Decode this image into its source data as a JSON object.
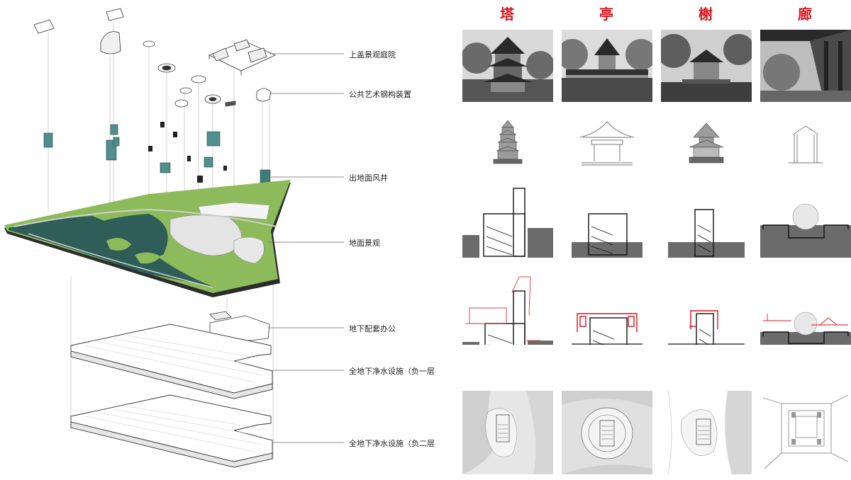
{
  "layers": [
    {
      "id": "roof",
      "label": "上盖景观庭院"
    },
    {
      "id": "art",
      "label": "公共艺术钢构装置"
    },
    {
      "id": "vent",
      "label": "出地面风井"
    },
    {
      "id": "ground",
      "label": "地面景观"
    },
    {
      "id": "office",
      "label": "地下配套办公"
    },
    {
      "id": "b1",
      "label": "全地下净水设施（负一层"
    },
    {
      "id": "b2",
      "label": "全地下净水设施（负二层"
    }
  ],
  "columns": [
    {
      "id": "ta",
      "title": "塔"
    },
    {
      "id": "ting",
      "title": "亭"
    },
    {
      "id": "xie",
      "title": "榭"
    },
    {
      "id": "lang",
      "title": "廊"
    }
  ],
  "rows": [
    "photo",
    "elevation",
    "section",
    "section-overlay",
    "site-plan"
  ],
  "colors": {
    "title_red": "#d8141c",
    "lawn": "#8dbb5b",
    "water": "#2f5d58",
    "vent_teal": "#4f8f8c",
    "slab_dark": "#2c2c2c",
    "section_gray": "#6b6b6b",
    "overlay_red": "#d8141c"
  }
}
